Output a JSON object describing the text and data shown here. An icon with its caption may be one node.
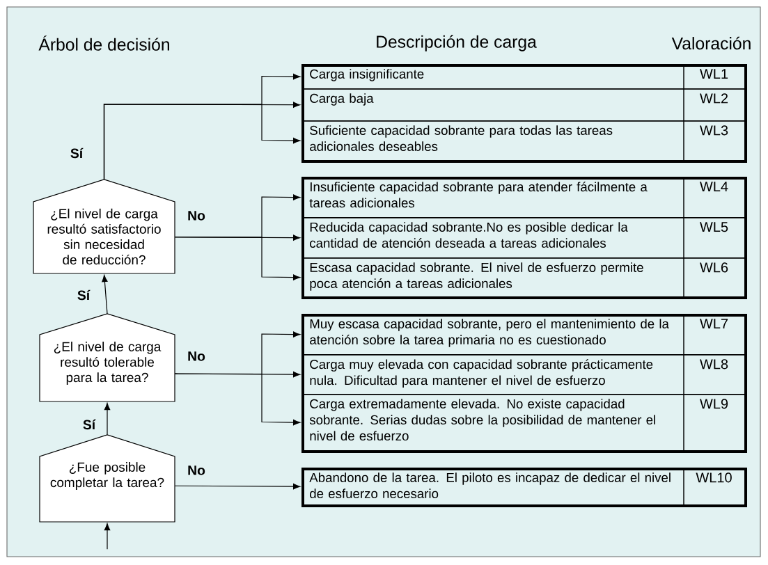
{
  "diagram": {
    "nodes": [
      {
        "text": [
          "¿El nivel de carga resultó satisfactorio sin necesidad de reducción?"
        ]
      },
      {
        "text": [
          "¿El nivel de carga resultó tolerable para la tarea?"
        ]
      },
      {
        "text": [
          "¿Fue posible completar la tarea?"
        ]
      },
      {
        "text": [],
        "shape": "box"
      },
      {
        "text": [
          "Carga insignificante",
          "WL1"
        ],
        "in": 3
      },
      {
        "text": [
          "Carga baja",
          "WL2"
        ],
        "in": 3
      },
      {
        "text": [
          "Suficiente capacidad sobrante para todas las tareas adicionales deseables",
          "WL3"
        ],
        "in": 3
      },
      {
        "text": [],
        "shape": "box"
      },
      {
        "text": [
          "Insuficiente capacidad sobrante para atender fácilmente a tareas adicionales",
          "WL4"
        ],
        "in": 7
      },
      {
        "text": [
          "Reducida capacidad sobrante.No es posible dedicar la cantidad de atención deseada a tareas adicionales",
          "WL5"
        ],
        "in": 7
      },
      {
        "text": [
          "Escasa capacidad sobrante. El nivel de esfuerzo permite poca atención a tareas adicionales",
          "WL6"
        ],
        "in": 7
      },
      {
        "text": [],
        "shape": "box"
      },
      {
        "text": [
          "Muy escasa capacidad sobrante, pero el mantenimiento de la atención sobre la tarea primaria no es cuestionado",
          "WL7"
        ],
        "in": 11
      },
      {
        "text": [
          "Carga muy elevada con capacidad sobrante prácticamente nula. Dificultad para mantener el nivel de esfuerzo",
          "WL8"
        ],
        "in": 11
      },
      {
        "text": [
          "Carga extremadamente elevada. No existe capacidad sobrante. Serias dudas sobre la posibilidad de mantener el nivel de esfuerzo",
          "WL9"
        ],
        "in": 11
      },
      {
        "text": [],
        "shape": "box"
      },
      {
        "text": [
          "Abandono de la tarea. El piloto es incapaz de dedicar el nivel de esfuerzo necesario",
          "WL10"
        ],
        "in": 15
      }
    ],
    "edges": [
      {
        "from": null,
        "to": 2,
        "arrow": "to"
      },
      {
        "from": 2,
        "to": 1,
        "arrow": "to",
        "label": "Sí"
      },
      {
        "from": 1,
        "to": 0,
        "arrow": "to",
        "label": "Sí"
      },
      {
        "from": 0,
        "to": 4,
        "arrow": "to"
      },
      {
        "from": 0,
        "to": 5,
        "arrow": "to",
        "label": "Sí"
      },
      {
        "from": 0,
        "to": 6,
        "arrow": "to"
      },
      {
        "from": 0,
        "to": 8,
        "arrow": "to"
      },
      {
        "from": 0,
        "to": 9,
        "arrow": "to",
        "label": "No"
      },
      {
        "from": 0,
        "to": 10,
        "arrow": "to"
      },
      {
        "from": 1,
        "to": 12,
        "arrow": "to"
      },
      {
        "from": 1,
        "to": 13,
        "arrow": "to",
        "label": "No"
      },
      {
        "from": 1,
        "to": 14,
        "arrow": "to"
      },
      {
        "from": 2,
        "to": 16,
        "arrow": "to",
        "label": "No"
      }
    ],
    "labels": [
      "Árbol de decisión",
      "Descripción de carga",
      "Valoración"
    ]
  }
}
